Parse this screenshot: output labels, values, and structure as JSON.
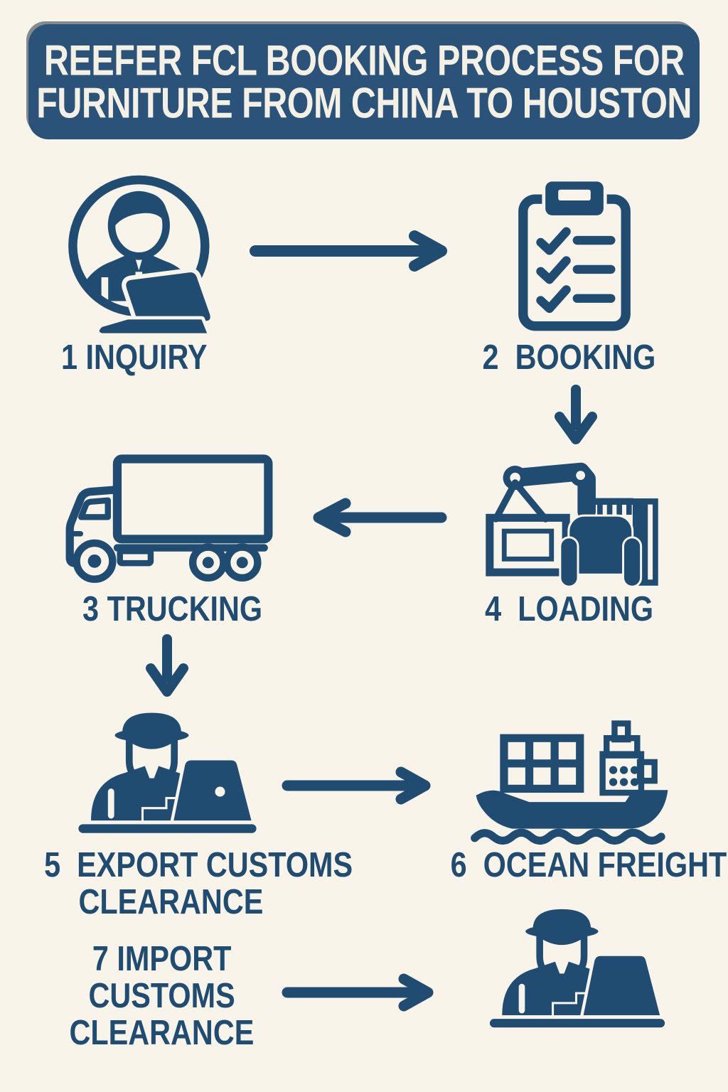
{
  "title": {
    "line1": "REEFER FCL BOOKING PROCESS FOR",
    "line2": "FURNITURE FROM CHINA TO HOUSTON"
  },
  "steps": [
    {
      "number": "1",
      "name": "INQUIRY",
      "icon": "person-at-laptop-icon",
      "lines": [
        "1 INQUIRY"
      ]
    },
    {
      "number": "2",
      "name": "BOOKING",
      "icon": "clipboard-checklist-icon",
      "lines": [
        "2  BOOKING"
      ]
    },
    {
      "number": "3",
      "name": "TRUCKING",
      "icon": "box-truck-icon",
      "lines": [
        "3 TRUCKING"
      ]
    },
    {
      "number": "4",
      "name": "LOADING",
      "icon": "crane-loading-furniture-icon",
      "lines": [
        "4  LOADING"
      ]
    },
    {
      "number": "5",
      "name": "EXPORT CUSTOMS CLEARANCE",
      "icon": "customs-officer-laptop-icon",
      "lines": [
        "5  EXPORT CUSTOMS",
        "CLEARANCE"
      ]
    },
    {
      "number": "6",
      "name": "OCEAN FREIGHT",
      "icon": "container-ship-icon",
      "lines": [
        "6  OCEAN FREIGHT"
      ]
    },
    {
      "number": "7",
      "name": "IMPORT CUSTOMS CLEARANCE",
      "icon": "customs-officer-laptop-icon",
      "lines": [
        "7 IMPORT",
        "CUSTOMS",
        "CLEARANCE"
      ]
    }
  ],
  "arrows": [
    {
      "from": "inquiry",
      "to": "booking",
      "direction": "right"
    },
    {
      "from": "booking",
      "to": "loading",
      "direction": "down"
    },
    {
      "from": "loading",
      "to": "trucking",
      "direction": "left"
    },
    {
      "from": "trucking",
      "to": "export-customs",
      "direction": "down"
    },
    {
      "from": "export-customs",
      "to": "ocean-freight",
      "direction": "right"
    },
    {
      "from": "import-customs",
      "to": "import-officer-icon",
      "direction": "right"
    }
  ],
  "colors": {
    "background": "#f8f4ea",
    "ink": "#1f4c70",
    "banner": "#2b537a",
    "banner_text": "#f4f0e4"
  }
}
